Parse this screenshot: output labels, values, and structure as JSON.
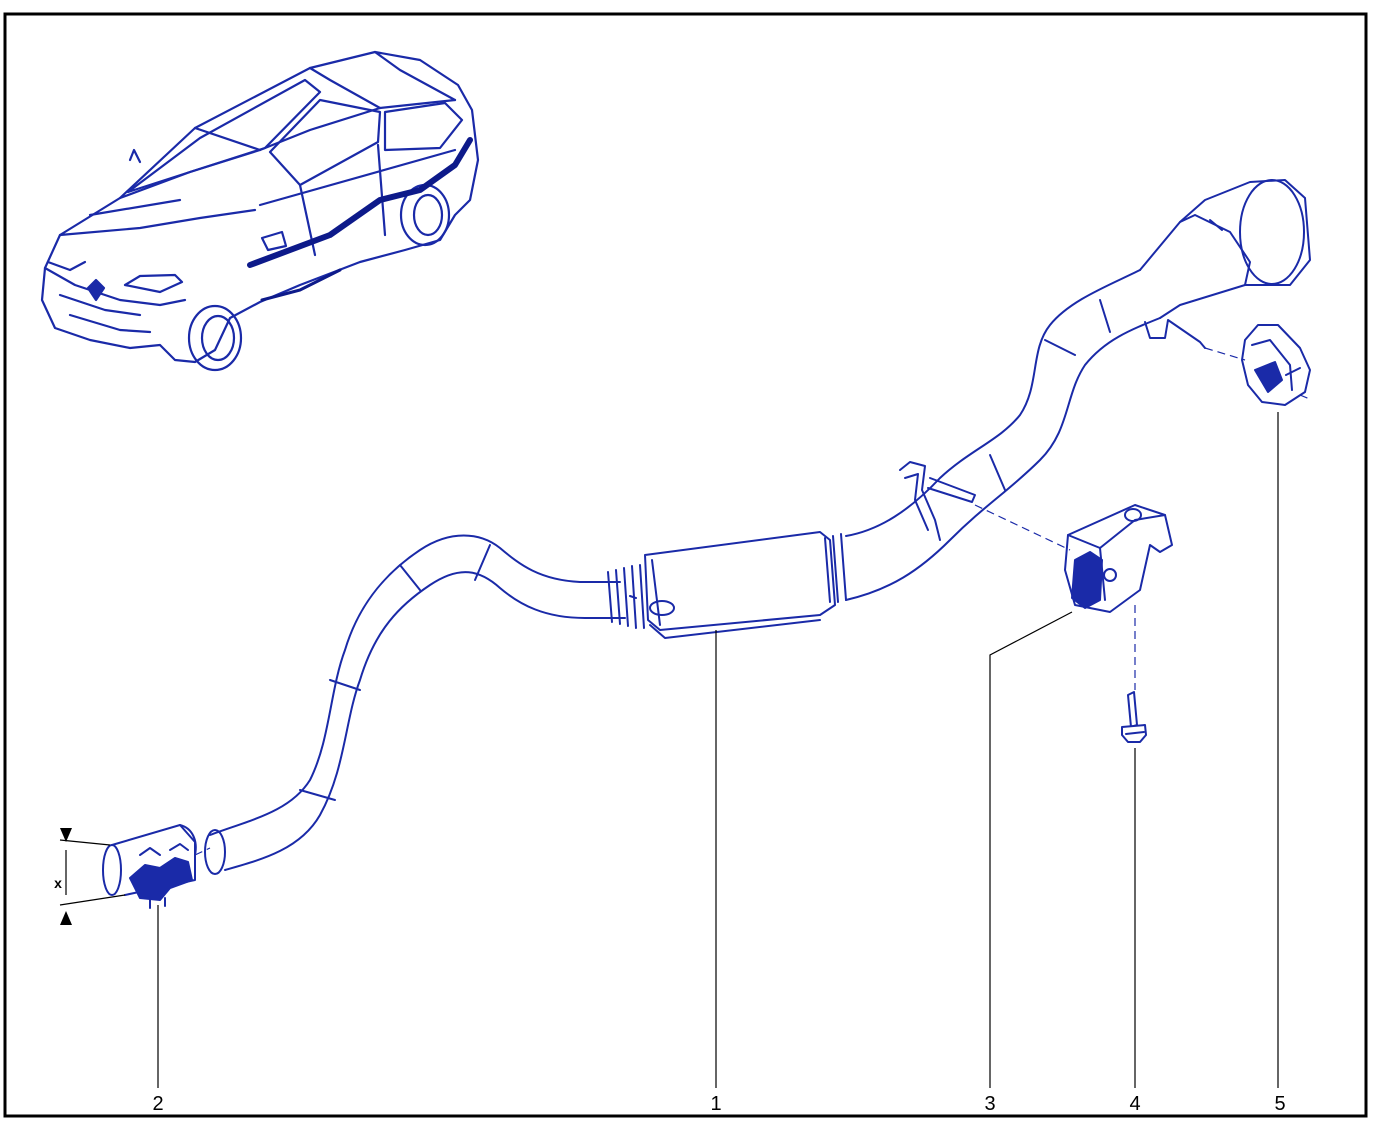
{
  "colors": {
    "ink": "#1a2aa8",
    "ink_fill": "#ffffff",
    "border": "#000000",
    "accent_dark": "#0d1a8a"
  },
  "callouts": {
    "c1": "1",
    "c2": "2",
    "c3": "3",
    "c4": "4",
    "c5": "5"
  },
  "dimension": {
    "label": "x"
  }
}
